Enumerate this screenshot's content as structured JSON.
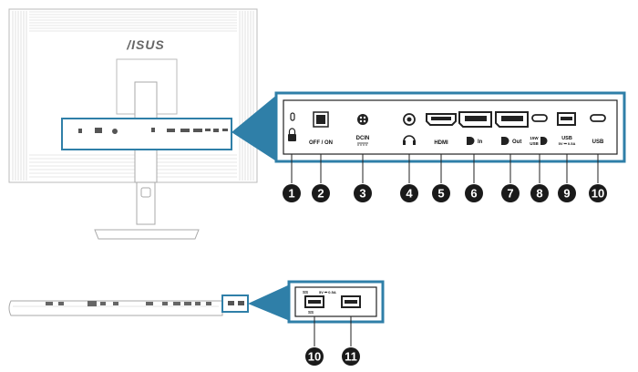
{
  "brand": "/ISUS",
  "port_labels": {
    "power_switch": "OFF / ON",
    "dc_in": "DCIN",
    "hdmi": "HDMI",
    "dp_in": "In",
    "dp_out": "Out",
    "usbc_power": "15W",
    "usbc_power_sub": "USB",
    "usb_a_top": "USB",
    "usb_a_rating": "5V ⎓ 0.5A",
    "usbc_plain": "USB",
    "side_usb_label": "SS",
    "side_usb_rating": "5V ⎓ 0.5A",
    "side_usb_sub": "SS"
  },
  "callouts_top": [
    "1",
    "2",
    "3",
    "4",
    "5",
    "6",
    "7",
    "8",
    "9",
    "10"
  ],
  "callouts_side": [
    "10",
    "11"
  ],
  "colors": {
    "accent": "#2f7fa8",
    "callout": "#1a1a1a",
    "line": "#222222"
  }
}
